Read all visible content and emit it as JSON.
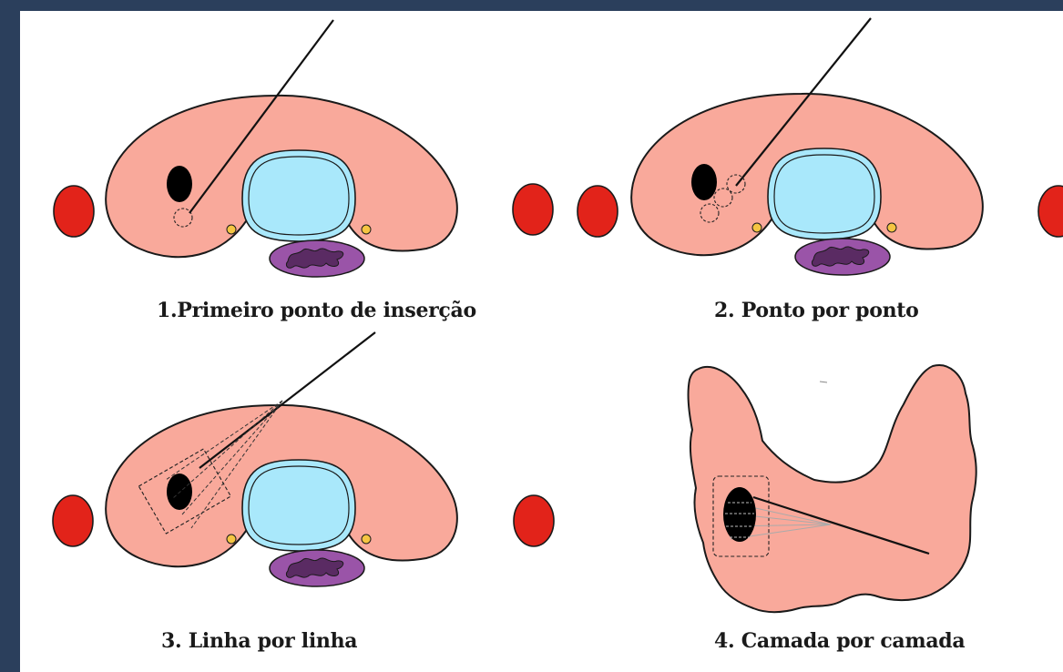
{
  "captions": {
    "panel1": "1.Primeiro ponto de inserção",
    "panel2": "2. Ponto por ponto",
    "panel3": "3. Linha por linha",
    "panel4": "4. Camada por camada"
  },
  "colors": {
    "frame": "#2b3f5c",
    "thyroid": "#f9a99b",
    "trachea": "#a9e8fb",
    "carotid": "#e2231a",
    "esophagus": "#9a54a8",
    "esophagus_lumen": "#5a2b63",
    "nerve": "#f5c542",
    "nodule": "#000000"
  }
}
